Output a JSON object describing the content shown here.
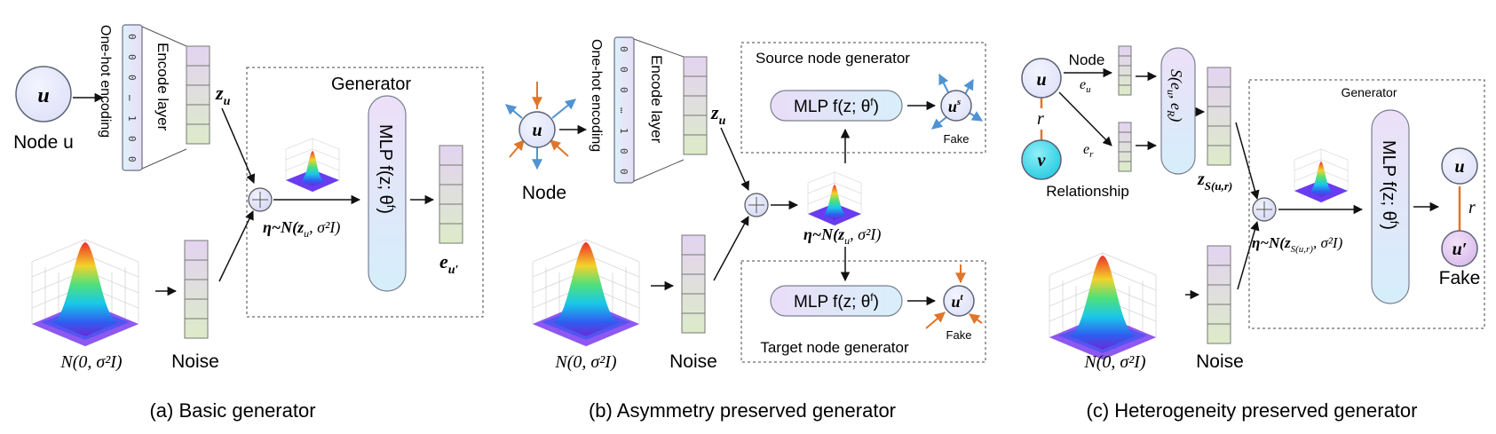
{
  "panel_a": {
    "caption": "(a) Basic generator",
    "node_symbol": "u",
    "node_label": "Node u",
    "onehot_label": "One-hot encoding",
    "onehot_bits": [
      "0",
      "0",
      "0",
      "…",
      "1",
      "0",
      "0"
    ],
    "encode_label": "Encode layer",
    "z_label": "z",
    "z_sub": "u",
    "generator_label": "Generator",
    "mlp_label": "MLP f(z; θ",
    "mlp_sup": "f",
    "mlp_close": ")",
    "eta_label": "η~N(z",
    "eta_sub": "u",
    "eta_rest": ", σ²I)",
    "normal_label": "N(0, σ²I)",
    "noise_label": "Noise",
    "output_label": "e",
    "output_sub": "u′"
  },
  "panel_b": {
    "caption": "(b) Asymmetry preserved generator",
    "node_symbol": "u",
    "node_label": "Node",
    "onehot_label": "One-hot encoding",
    "onehot_bits": [
      "0",
      "0",
      "0",
      "…",
      "1",
      "0",
      "0"
    ],
    "encode_label": "Encode layer",
    "z_label": "z",
    "z_sub": "u",
    "source_label": "Source node generator",
    "target_label": "Target node generator",
    "mlp_label": "MLP f(z; θ",
    "mlp_sup": "f",
    "mlp_close": ")",
    "source_out": "u",
    "source_sup": "s",
    "target_out": "u",
    "target_sup": "t",
    "fake_label": "Fake",
    "eta_label": "η~N(z",
    "eta_sub": "u",
    "eta_rest": ", σ²I)",
    "normal_label": "N(0, σ²I)",
    "noise_label": "Noise"
  },
  "panel_c": {
    "caption": "(c) Heterogeneity preserved generator",
    "node_u": "u",
    "node_v": "v",
    "rel_r": "r",
    "node_label": "Node",
    "eu_label": "e",
    "eu_sub": "u",
    "er_label": "e",
    "er_sub": "r",
    "relationship_label": "Relationship",
    "s_label": "S(e",
    "s_sub1": "u",
    "s_mid": ", e",
    "s_sub2": "R",
    "s_close": ")",
    "z_label": "z",
    "z_sub": "S(u,r)",
    "generator_label": "Generator",
    "mlp_label": "MLP f(z; θ",
    "mlp_sup": "f",
    "mlp_close": ")",
    "eta_label": "η~N(z",
    "eta_sub": "S(u,r)",
    "eta_rest": ", σ²I)",
    "normal_label": "N(0, σ²I)",
    "noise_label": "Noise",
    "out_u": "u",
    "out_r": "r",
    "out_u2": "u′",
    "fake_label": "Fake"
  },
  "colors": {
    "node_fill": "#e6e8fb",
    "node_stroke": "#5d6475",
    "mlp_top": "#e7ddf6",
    "mlp_bottom": "#d9f0fa",
    "bar_green": "#dcebc8",
    "bar_purple": "#e5d3f0",
    "edge_orange": "#e0762a",
    "edge_blue": "#4f93d2",
    "v_fill": "#2fd3e6"
  }
}
